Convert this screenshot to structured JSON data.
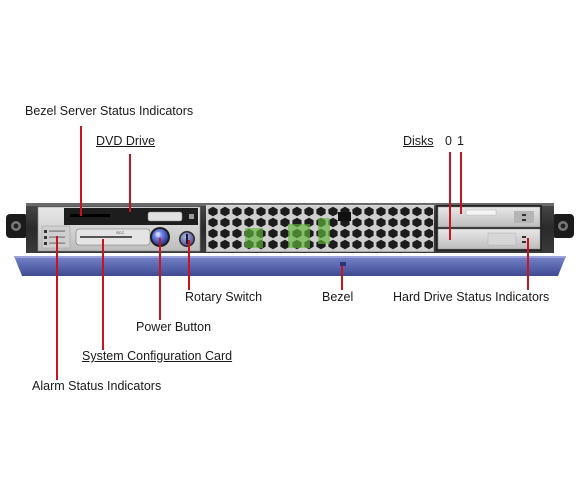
{
  "labels": {
    "bezel_server_status": "Bezel Server Status Indicators",
    "dvd_drive": "DVD Drive",
    "disks": "Disks",
    "disk_0": "0",
    "disk_1": "1",
    "rotary_switch": "Rotary Switch",
    "bezel": "Bezel",
    "hard_drive_status": "Hard Drive Status Indicators",
    "power_button": "Power Button",
    "system_config_card": "System Configuration Card",
    "alarm_status": "Alarm Status Indicators"
  },
  "colors": {
    "leader_lines": "#c8141e",
    "bezel": "#5a67b0",
    "chassis": "#2c2c2c",
    "vent_green": "#63b83c",
    "power_button": "#4c60c8"
  },
  "icons": [
    "rack-ear-left-icon",
    "rack-ear-right-icon",
    "power-button-icon",
    "rotary-switch-icon",
    "vent-grille-icon",
    "disk-bay-icon"
  ]
}
